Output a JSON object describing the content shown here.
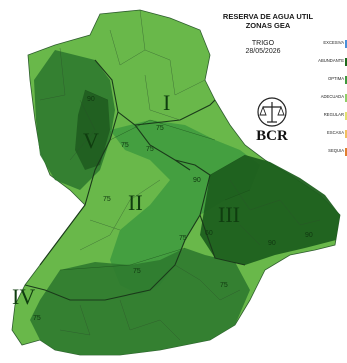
{
  "title": {
    "line1": "RESERVA DE AGUA UTIL",
    "line2": "ZONAS GEA",
    "crop": "TRIGO",
    "date": "28/05/2026"
  },
  "legend": [
    {
      "label": "EXCESIVA",
      "color": "#4a90d9"
    },
    {
      "label": "ABUNDANTE",
      "color": "#1e6b1e"
    },
    {
      "label": "OPTIMA",
      "color": "#3e9a3e"
    },
    {
      "label": "ADECUADA",
      "color": "#8fcf6a"
    },
    {
      "label": "REGULAR",
      "color": "#e0e070"
    },
    {
      "label": "ESCASA",
      "color": "#f0c060"
    },
    {
      "label": "SEQUIA",
      "color": "#e08030"
    }
  ],
  "zones": {
    "I": "I",
    "II": "II",
    "III": "III",
    "IV": "IV",
    "V": "V"
  },
  "isolines": {
    "l90a": "90",
    "l75a": "75",
    "l75b": "75",
    "l75c": "75",
    "l75d": "75",
    "l75e": "75",
    "l90b": "90",
    "l90c": "90",
    "l60": "60",
    "l75f": "75",
    "l75g": "75",
    "l90d": "90",
    "l75h": "75"
  },
  "logo": {
    "text": "BCR",
    "icon": "scales-of-justice-icon"
  }
}
